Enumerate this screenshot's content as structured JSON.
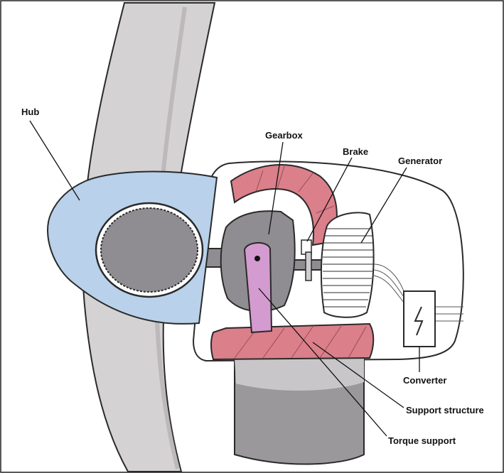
{
  "diagram": {
    "labels": {
      "hub": "Hub",
      "gearbox": "Gearbox",
      "brake": "Brake",
      "generator": "Generator",
      "converter": "Converter",
      "support_structure": "Support structure",
      "torque_support": "Torque support"
    },
    "colors": {
      "blade": "#d5d2d4",
      "hub": "#b9d1ea",
      "red_structure": "#db7f8a",
      "gearbox": "#8f8d91",
      "torque_arm": "#d49bd0",
      "tower": "#9b989b",
      "outline": "#2a2a2a"
    },
    "icons": {
      "converter_symbol": "lightning-bolt-icon"
    }
  }
}
